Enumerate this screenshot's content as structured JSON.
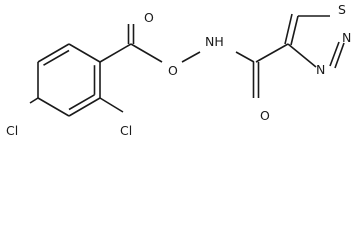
{
  "atoms": {
    "cl_left": "Cl",
    "cl_right": "Cl",
    "o_ester_carbonyl": "O",
    "o_ester_link": "O",
    "nh": "NH",
    "o_amide": "O",
    "s_ring": "S",
    "n_ring_1": "N",
    "n_ring_2": "N"
  }
}
